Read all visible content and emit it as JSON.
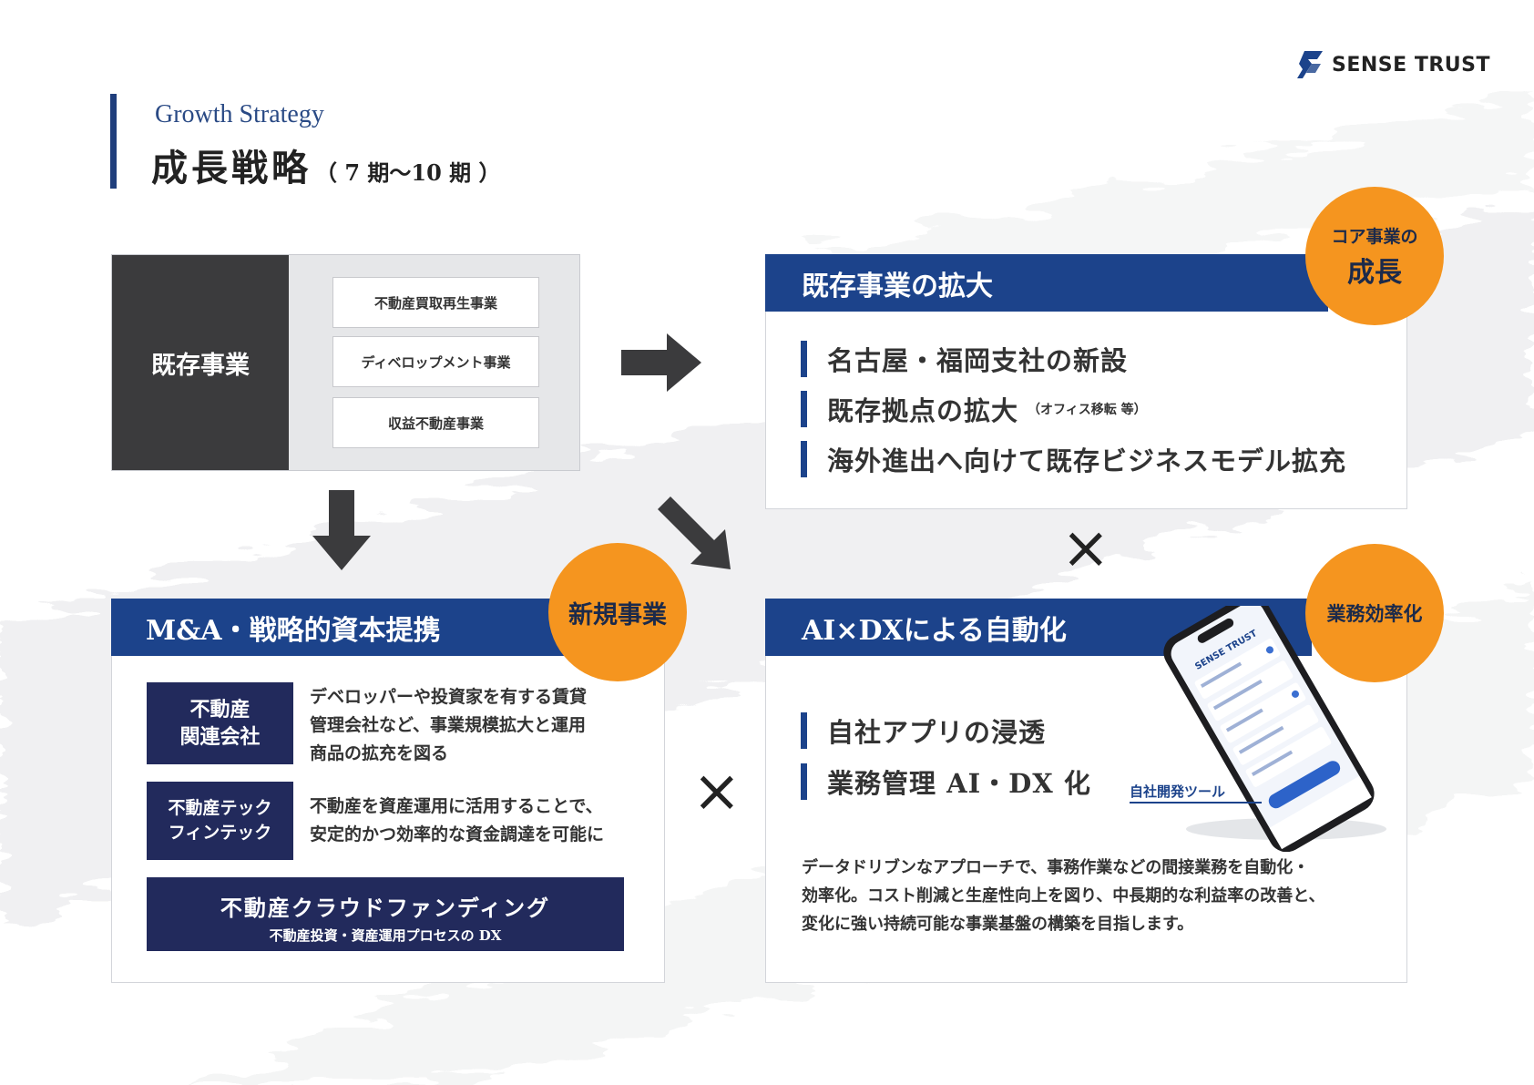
{
  "logo": {
    "text": "SENSE TRUST",
    "icon": "sense-trust-s-icon"
  },
  "header": {
    "subtitle": "Growth Strategy",
    "title": "成長戦略",
    "period": "（ 7 期〜10 期 ）"
  },
  "existing": {
    "label": "既存事業",
    "items": [
      "不動産買取再生事業",
      "ディベロップメント事業",
      "収益不動産事業"
    ]
  },
  "expansion": {
    "title": "既存事業の拡大",
    "badge_small": "コア事業の",
    "badge_large": "成長",
    "bullets": [
      {
        "text": "名古屋・福岡支社の新設",
        "note": ""
      },
      {
        "text": "既存拠点の拡大",
        "note": "（オフィス移転 等）"
      },
      {
        "text": "海外進出へ向けて既存ビジネスモデル拡充",
        "note": ""
      }
    ]
  },
  "cross_symbol": "×",
  "ma": {
    "title": "M&A・戦略的資本提携",
    "badge": "新規事業",
    "tags": [
      {
        "lines": [
          "不動産",
          "関連会社"
        ],
        "desc": [
          "デベロッパーや投資家を有する賃貸",
          "管理会社など、事業規模拡大と運用",
          "商品の拡充を図る"
        ]
      },
      {
        "lines": [
          "不動産テック",
          "フィンテック"
        ],
        "desc": [
          "不動産を資産運用に活用することで、",
          "安定的かつ効率的な資金調達を可能に"
        ]
      }
    ],
    "crowd_title": "不動産クラウドファンディング",
    "crowd_sub": "不動産投資・資産運用プロセスの DX"
  },
  "ai": {
    "title": "AI×DXによる自動化",
    "badge": "業務効率化",
    "bullets": [
      "自社アプリの浸透",
      "業務管理 AI・DX 化"
    ],
    "tool_label": "自社開発ツール",
    "phone_brand": "SENSE TRUST",
    "paragraph": [
      "データドリブンなアプローチで、事務作業などの間接業務を自動化・",
      "効率化。コスト削減と生産性向上を図り、中長期的な利益率の改善と、",
      "変化に強い持続可能な事業基盤の構築を目指します。"
    ]
  },
  "colors": {
    "navy": "#1c438b",
    "dark_navy": "#222a5c",
    "orange": "#f5951f",
    "charcoal": "#3b3b3d"
  }
}
